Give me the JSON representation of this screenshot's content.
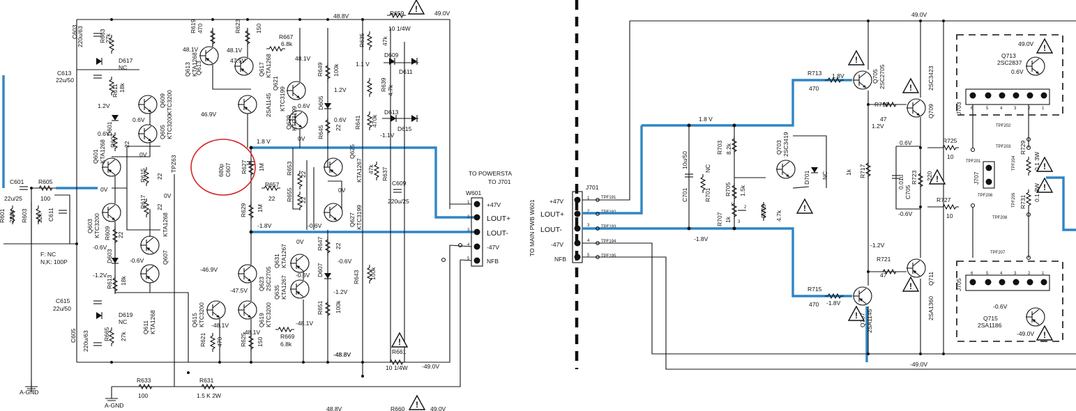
{
  "left": {
    "rails": {
      "top": "48.8V",
      "top_right": "49.0V",
      "bottom": "-48.8V",
      "bottom_right": "-49.0V"
    },
    "connector": {
      "title": "TO POWERSTA",
      "subtitle": "TO J701",
      "name": "W601",
      "pins": [
        {
          "n": "1",
          "label": "+47V"
        },
        {
          "n": "2",
          "label": "LOUT+"
        },
        {
          "n": "3",
          "label": "LOUT-"
        },
        {
          "n": "4",
          "label": "-47V"
        },
        {
          "n": "5",
          "label": "NFB"
        }
      ]
    },
    "transistors": [
      {
        "ref": "Q613",
        "part": "KTA1268"
      },
      {
        "ref": "Q617",
        "part": "KTA1268"
      },
      {
        "ref": "Q621",
        "part": "2SA1145"
      },
      {
        "ref": "Q633",
        "part": "KTC3199"
      },
      {
        "ref": "Q629",
        "part": "KTC3199"
      },
      {
        "ref": "Q609",
        "part": "KTC3200"
      },
      {
        "ref": "Q605",
        "part": "KTC3200"
      },
      {
        "ref": "Q601",
        "part": "KTA1268"
      },
      {
        "ref": "Q603",
        "part": "KTC3200"
      },
      {
        "ref": "Q607",
        "part": "KTA1268"
      },
      {
        "ref": "Q611",
        "part": "KTA1268"
      },
      {
        "ref": "Q625",
        "part": "KTA1267"
      },
      {
        "ref": "Q627",
        "part": "KTC3199"
      },
      {
        "ref": "Q623",
        "part": "2SC2705"
      },
      {
        "ref": "Q631",
        "part": "KTA1267"
      },
      {
        "ref": "Q635",
        "part": "KTA1267"
      },
      {
        "ref": "Q615",
        "part": "KTC3200"
      },
      {
        "ref": "Q619",
        "part": "KTC3200"
      }
    ],
    "parts": [
      {
        "ref": "C603",
        "val": "220u/63"
      },
      {
        "ref": "R663",
        "val": "27k"
      },
      {
        "ref": "D617",
        "val": "NC"
      },
      {
        "ref": "C613",
        "val": "22u/50"
      },
      {
        "ref": "R611",
        "val": "18k"
      },
      {
        "ref": "R619",
        "val": "470"
      },
      {
        "ref": "R623",
        "val": "150"
      },
      {
        "ref": "R667",
        "val": "6.8k"
      },
      {
        "ref": "R649",
        "val": "100k"
      },
      {
        "ref": "R659",
        "val": "10 1/4W"
      },
      {
        "ref": "R635",
        "val": "47k"
      },
      {
        "ref": "D609",
        "val": ""
      },
      {
        "ref": "D611",
        "val": ""
      },
      {
        "ref": "R639",
        "val": "4.7k"
      },
      {
        "ref": "D605",
        "val": ""
      },
      {
        "ref": "R641",
        "val": "470k"
      },
      {
        "ref": "D613",
        "val": ""
      },
      {
        "ref": "D615",
        "val": ""
      },
      {
        "ref": "R645",
        "val": "22"
      },
      {
        "ref": "D601",
        "val": ""
      },
      {
        "ref": "R607",
        "val": "22"
      },
      {
        "ref": "R615",
        "val": "22"
      },
      {
        "ref": "TPZ63",
        "val": ""
      },
      {
        "ref": "R617",
        "val": "22"
      },
      {
        "ref": "C607",
        "val": "680p"
      },
      {
        "ref": "R627",
        "val": "1M"
      },
      {
        "ref": "R657",
        "val": "22"
      },
      {
        "ref": "R653",
        "val": "22"
      },
      {
        "ref": "R655",
        "val": "22"
      },
      {
        "ref": "R637",
        "val": "47k"
      },
      {
        "ref": "C609",
        "val": "220u/25"
      },
      {
        "ref": "C601",
        "val": "22u/25"
      },
      {
        "ref": "R605",
        "val": "100"
      },
      {
        "ref": "R603",
        "val": "22k"
      },
      {
        "ref": "R601",
        "val": "220k"
      },
      {
        "ref": "C611",
        "val": ""
      },
      {
        "ref": "R609",
        "val": "22"
      },
      {
        "ref": "D603",
        "val": ""
      },
      {
        "ref": "R613",
        "val": "18k"
      },
      {
        "ref": "R629",
        "val": "1M"
      },
      {
        "ref": "R647",
        "val": "22"
      },
      {
        "ref": "D607",
        "val": ""
      },
      {
        "ref": "R643",
        "val": "100k"
      },
      {
        "ref": "R651",
        "val": "100k"
      },
      {
        "ref": "C615",
        "val": "22u/50"
      },
      {
        "ref": "D619",
        "val": "NC"
      },
      {
        "ref": "C605",
        "val": "220u/63"
      },
      {
        "ref": "R665",
        "val": "27k"
      },
      {
        "ref": "R621",
        "val": "470"
      },
      {
        "ref": "R625",
        "val": "150"
      },
      {
        "ref": "R669",
        "val": "6.8k"
      },
      {
        "ref": "R661",
        "val": "10 1/4W"
      },
      {
        "ref": "R633",
        "val": "100"
      },
      {
        "ref": "R631",
        "val": "1.5 K 2W"
      },
      {
        "ref": "R660",
        "val": ""
      }
    ],
    "voltages": [
      "48.1V",
      "48.1V",
      "47.5V",
      "46.9V",
      "48.1V",
      "1.2V",
      "0.6V",
      "0V",
      "1.2V",
      "0.6V",
      "0.6V",
      "1.1 V",
      "1.8 V",
      "-1.1V",
      "0V",
      "0V",
      "0.6V",
      "0V",
      "0V",
      "-1.8V",
      "-0.6V",
      "-0.6V",
      "-0.6V",
      "-1.2V",
      "0V",
      "-0.6V",
      "-46.9V",
      "-47.5V",
      "-0.6V",
      "-1.2V",
      "-48.1V",
      "-48.1V",
      "-48.1V",
      "-48.8V",
      "48.8V",
      "49.0V"
    ],
    "notes": {
      "fnc": "F: NC",
      "nk": "N,K: 100P"
    },
    "ground": "A-GND"
  },
  "right": {
    "connector": {
      "name": "J701",
      "side": "TO MAIN PWB  W601",
      "pins": [
        {
          "n": "1",
          "label": "+47V",
          "tp": "TPF191"
        },
        {
          "n": "2",
          "label": "LOUT+",
          "tp": "TPF192"
        },
        {
          "n": "3",
          "label": "LOUT-",
          "tp": "TPF193"
        },
        {
          "n": "4",
          "label": "-47V",
          "tp": "TPF194"
        },
        {
          "n": "5",
          "label": "NFB",
          "tp": "TPF195"
        }
      ]
    },
    "rails": {
      "top": "49.0V",
      "bottom": "-49.0V"
    },
    "transistors": [
      {
        "ref": "Q705",
        "part": "2SC2705"
      },
      {
        "ref": "Q709",
        "part": "2SC3423"
      },
      {
        "ref": "Q703",
        "part": "2SC3419"
      },
      {
        "ref": "Q707",
        "part": "2SA1145"
      },
      {
        "ref": "Q711",
        "part": "2SA1360"
      },
      {
        "ref": "Q713",
        "part": "2SC2837"
      },
      {
        "ref": "Q715",
        "part": "2SA1186"
      }
    ],
    "parts": [
      {
        "ref": "R713",
        "val": "470"
      },
      {
        "ref": "R719",
        "val": "47"
      },
      {
        "ref": "C701",
        "val": "10u/50"
      },
      {
        "ref": "R701",
        "val": "NC"
      },
      {
        "ref": "R703",
        "val": "8.2k"
      },
      {
        "ref": "R705",
        "val": "1.5k"
      },
      {
        "ref": "R707",
        "val": "1k"
      },
      {
        "ref": "R709",
        "val": "4.7k"
      },
      {
        "ref": "D701",
        "val": "NC"
      },
      {
        "ref": "R717",
        "val": "1k"
      },
      {
        "ref": "C705",
        "val": "0.01u"
      },
      {
        "ref": "R723",
        "val": "220"
      },
      {
        "ref": "R725",
        "val": "10"
      },
      {
        "ref": "R727",
        "val": "10"
      },
      {
        "ref": "R721",
        "val": "47"
      },
      {
        "ref": "R715",
        "val": "470"
      },
      {
        "ref": "J703",
        "val": ""
      },
      {
        "ref": "J705",
        "val": ""
      },
      {
        "ref": "J707",
        "val": ""
      },
      {
        "ref": "R729",
        "val": "0.1 3W"
      },
      {
        "ref": "R731",
        "val": "0.1 3W"
      }
    ],
    "testpoints": [
      "TPF201",
      "TPF202",
      "TPF203",
      "TPF204",
      "TPF205",
      "TPF206",
      "TPF207",
      "TPF208"
    ],
    "voltages": [
      "1.8V",
      "1.2V",
      "1.8 V",
      "0.6V",
      "-0.6V",
      "-1.8V",
      "-1.2V",
      "-1.8V",
      "0.6V",
      "-0.6V",
      "49.0V",
      "-49.0V",
      "49.0V",
      "-49.0V"
    ],
    "pot_pins": [
      "1",
      "2",
      "3"
    ],
    "jumper_pins": [
      "6",
      "5",
      "4",
      "3",
      "2",
      "1"
    ]
  }
}
